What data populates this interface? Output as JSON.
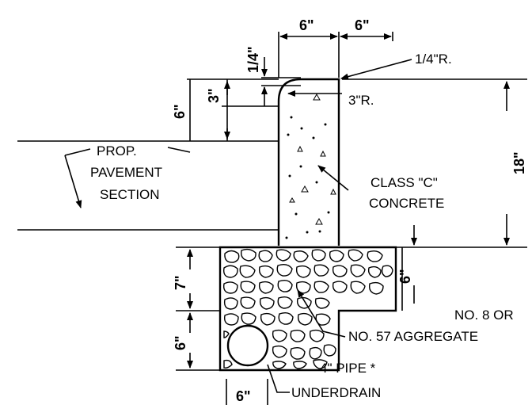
{
  "labels": {
    "dim_top_left": "6\"",
    "dim_top_right": "6\"",
    "dim_quarter_inch": "1/4\"",
    "quarter_radius": "1/4\"R.",
    "dim_3_left": "3\"",
    "dim_6_left": "6\"",
    "three_radius": "3\"R.",
    "dim_18": "18\"",
    "pavement_1": "PROP.",
    "pavement_2": "PAVEMENT",
    "pavement_3": "SECTION",
    "concrete_1": "CLASS \"C\"",
    "concrete_2": "CONCRETE",
    "dim_7": "7\"",
    "dim_6_right": "6\"",
    "dim_6_lower": "6\"",
    "aggregate_1": "NO. 8 OR",
    "aggregate_2": "NO. 57 AGGREGATE",
    "pipe_1": "4\" PIPE *",
    "pipe_2": "UNDERDRAIN",
    "dim_6_bottom": "6\""
  }
}
